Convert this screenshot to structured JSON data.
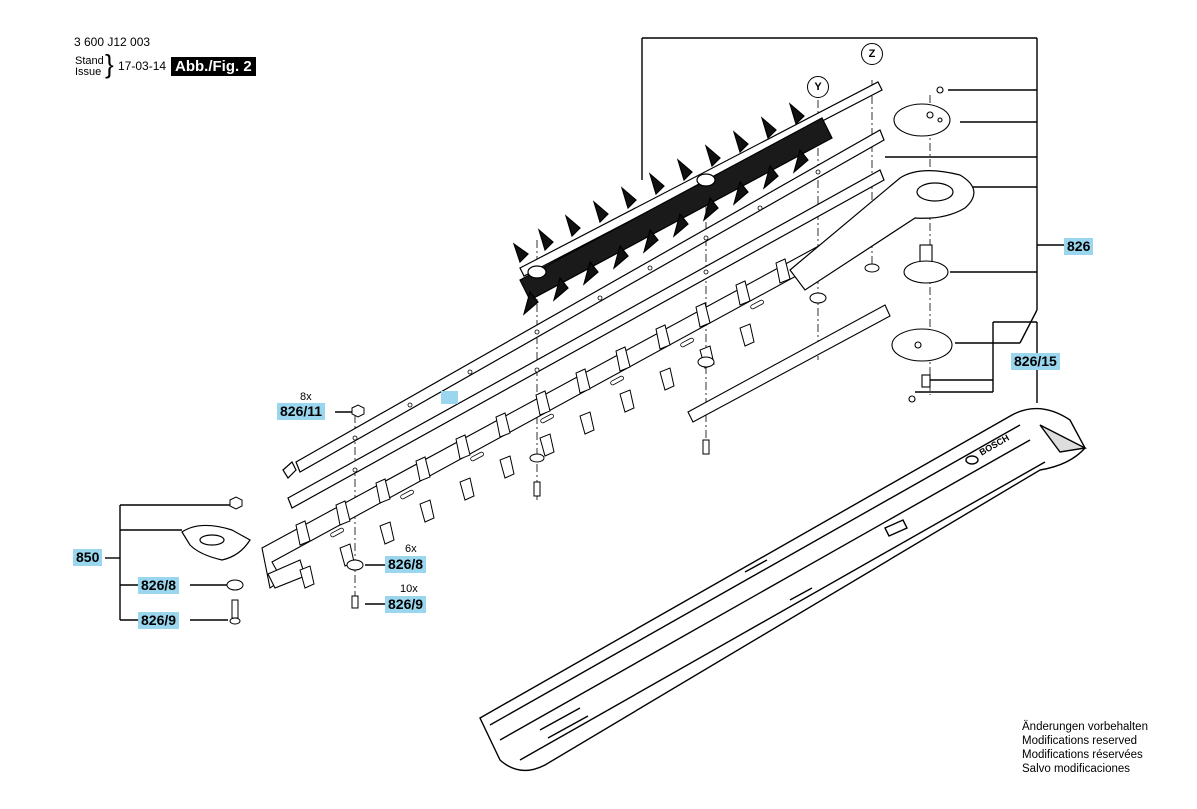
{
  "header": {
    "doc_number": "3 600 J12 003",
    "stand_label": "Stand",
    "issue_label": "Issue",
    "date": "17-03-14",
    "figure_badge": "Abb./Fig. 2"
  },
  "callouts": {
    "y": "Y",
    "z": "Z"
  },
  "part_labels": {
    "p826": "826",
    "p826_15": "826/15",
    "p826_11": "826/11",
    "p850": "850",
    "p826_8_left": "826/8",
    "p826_9_left": "826/9",
    "p826_8_center": "826/8",
    "p826_9_center": "826/9"
  },
  "quantities": {
    "q8x": "8x",
    "q6x": "6x",
    "q10x": "10x"
  },
  "brand_on_part": "BOSCH",
  "notes": [
    "Änderungen vorbehalten",
    "Modifications reserved",
    "Modifications réservées",
    "Salvo modificaciones"
  ],
  "colors": {
    "label_highlight": "#9ad7ef",
    "badge_bg": "#000000",
    "line": "#000000"
  }
}
